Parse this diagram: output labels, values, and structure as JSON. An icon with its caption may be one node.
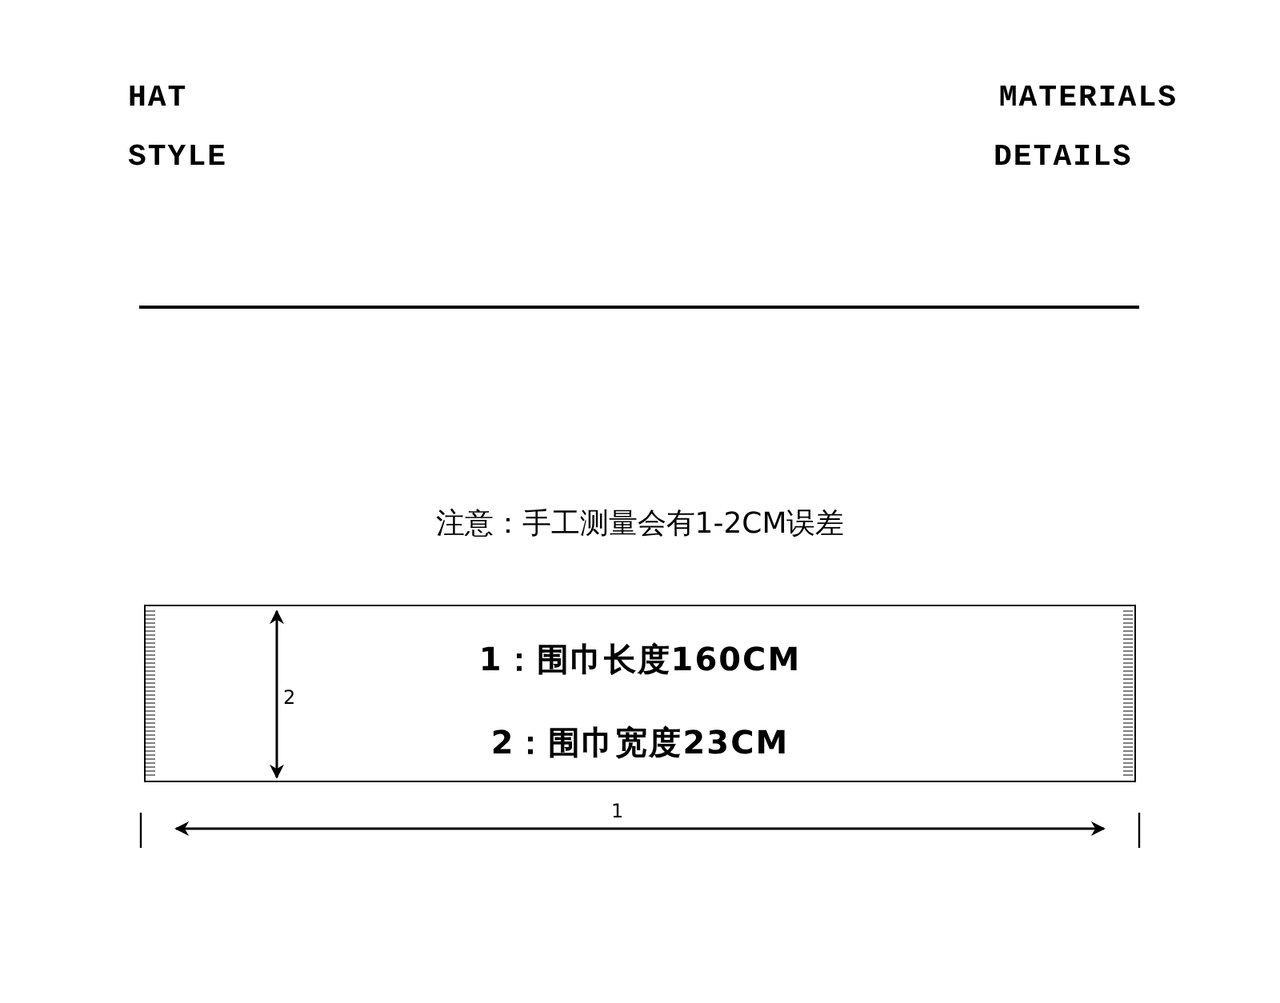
{
  "diagram": {
    "nodes": [
      {
        "text": [
          "1：围巾长度160CM",
          "2：围巾宽度23CM"
        ]
      }
    ],
    "labels": [
      "HAT",
      "MATERIALS",
      "STYLE",
      "DETAILS",
      "注意：手工测量会有1-2CM误差",
      "2",
      "1"
    ]
  }
}
